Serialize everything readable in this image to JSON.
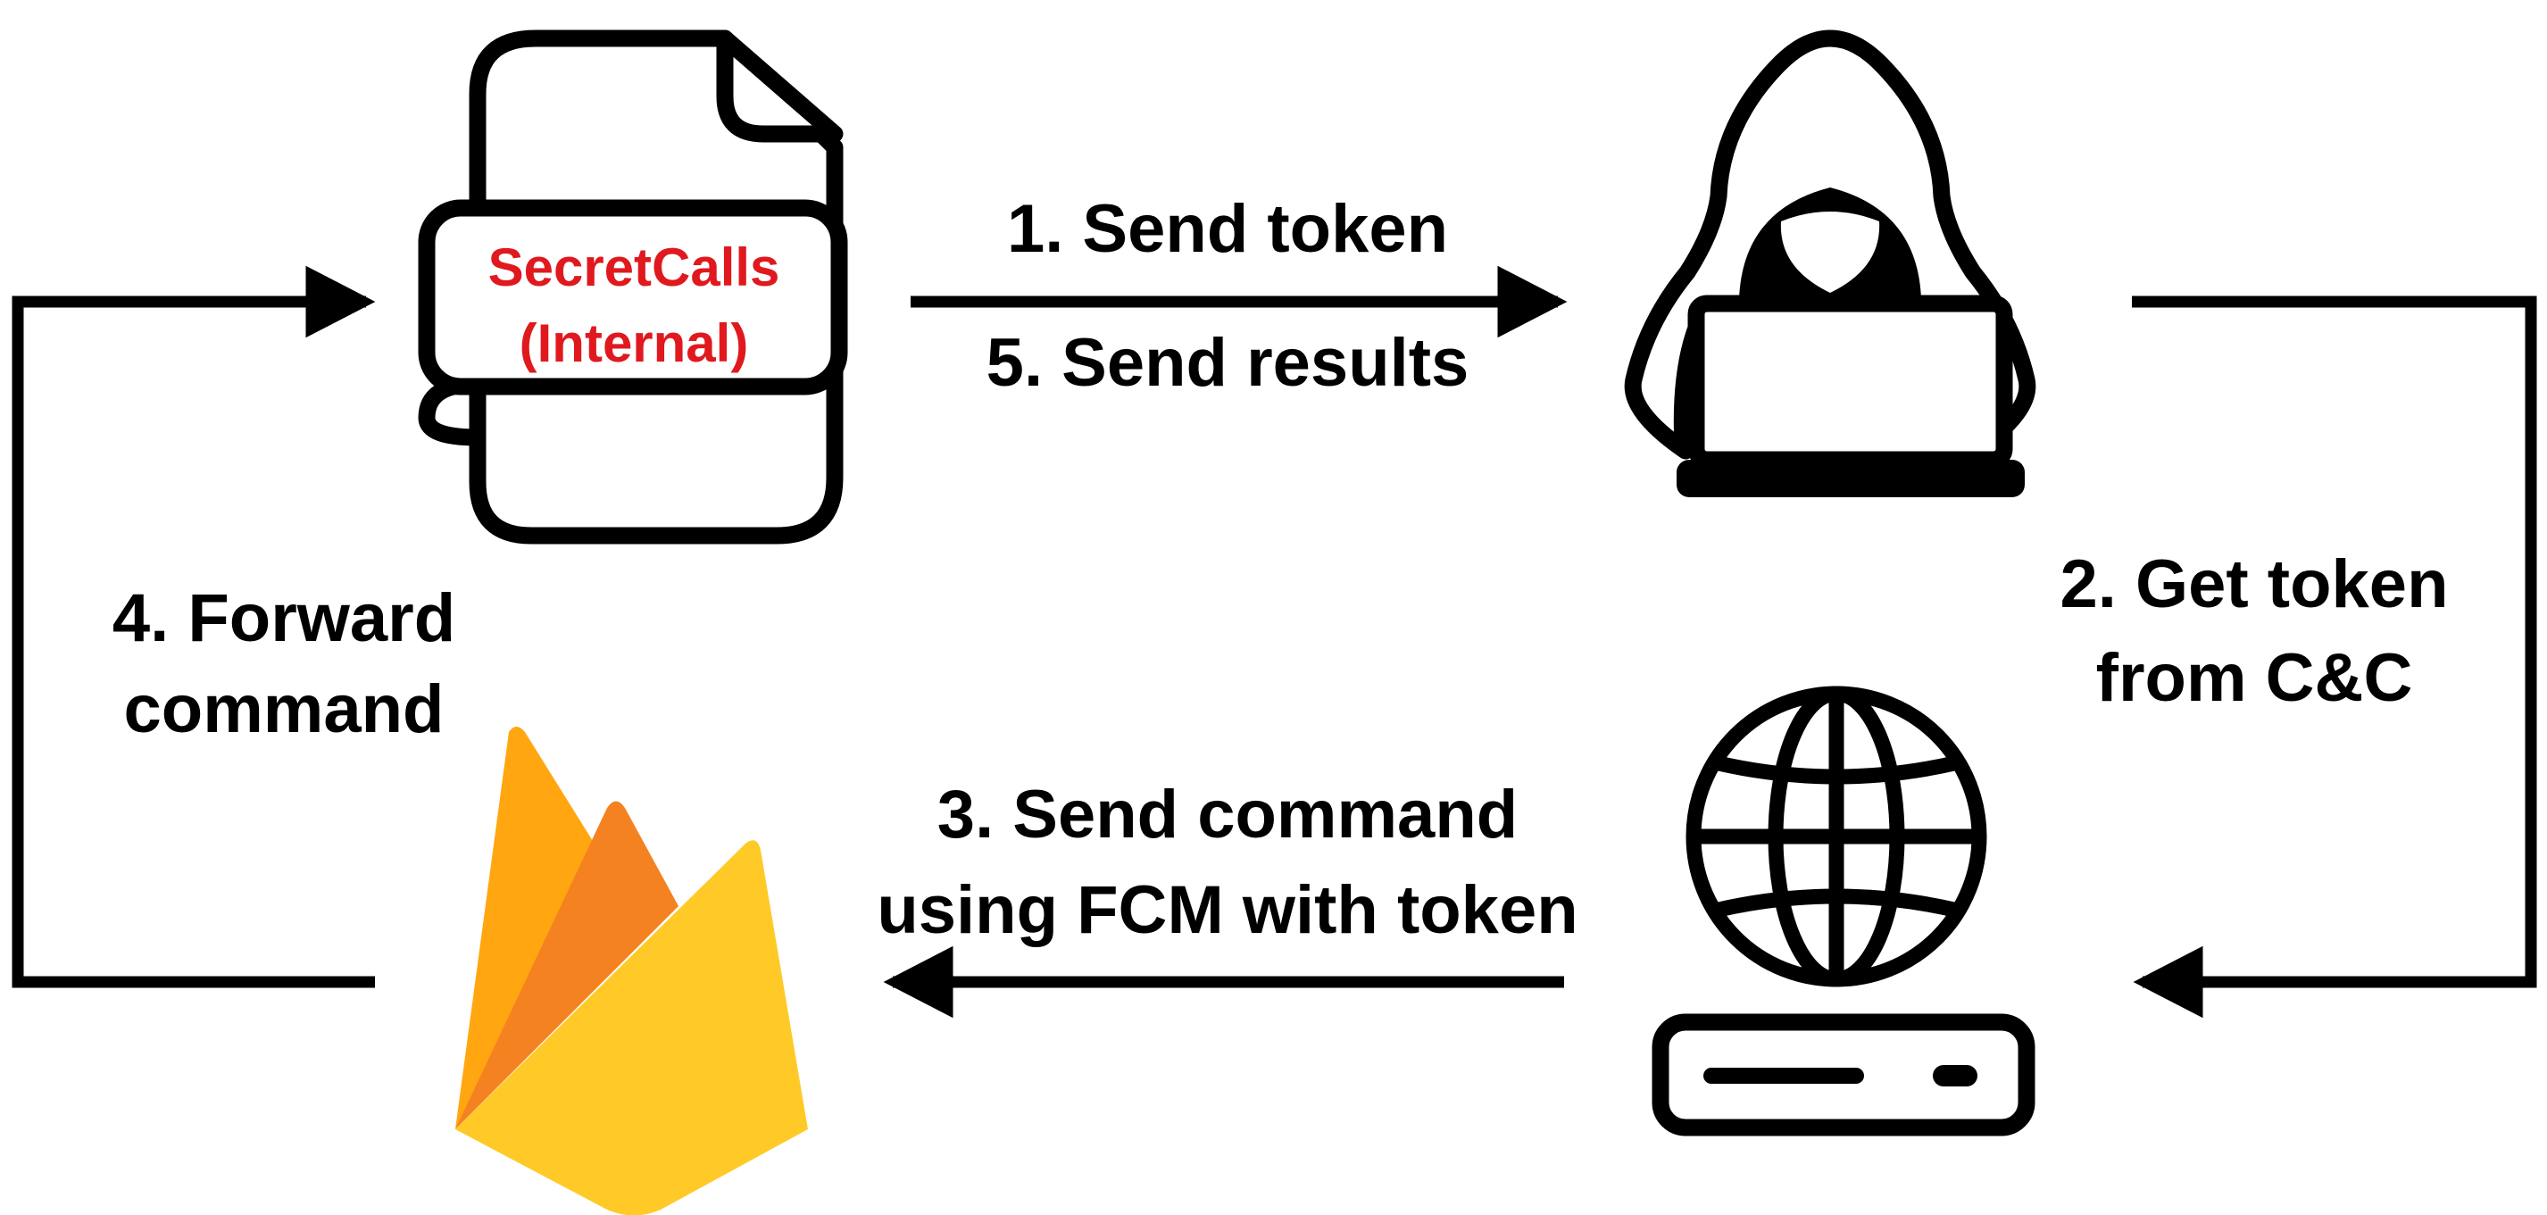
{
  "colors": {
    "ink": "#000000",
    "app_label": "#e0191e",
    "firebase_amber": "#ffa611",
    "firebase_orange": "#f58220",
    "firebase_yellow": "#ffca28"
  },
  "app_document": {
    "icon": "document-scroll-icon",
    "name_line1": "SecretCalls",
    "name_line2": "(Internal)"
  },
  "attacker": {
    "icon": "hooded-hacker-laptop-icon"
  },
  "server": {
    "icon": "globe-server-icon"
  },
  "firebase": {
    "icon": "firebase-flame-icon"
  },
  "steps": {
    "step1": "1. Send token",
    "step5": "5. Send results",
    "step2_line1": "2. Get token",
    "step2_line2": "from C&C",
    "step3_line1": "3. Send command",
    "step3_line2": "using FCM with token",
    "step4_line1": "4. Forward",
    "step4_line2": "command"
  }
}
